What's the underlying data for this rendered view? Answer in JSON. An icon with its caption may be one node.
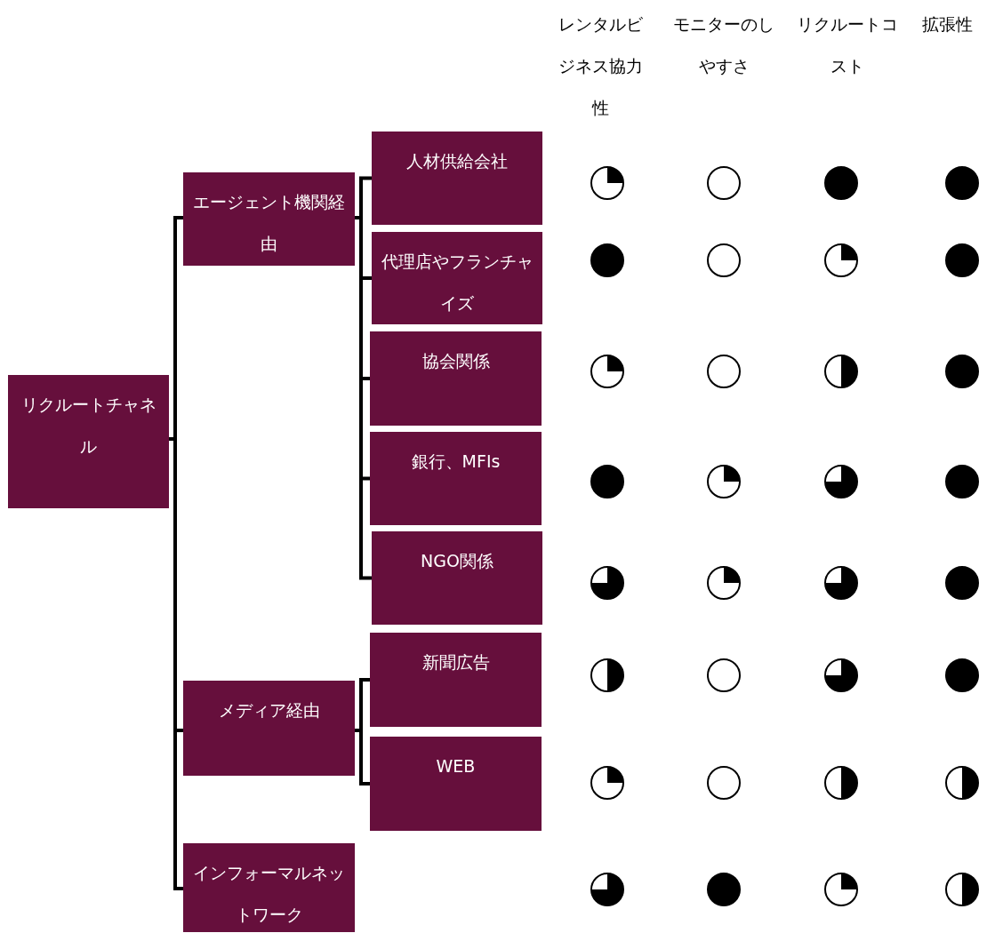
{
  "diagram": {
    "nodes": [
      {
        "text": [
          "リクルートチャネル"
        ]
      },
      {
        "text": [
          "エージェント機関経由"
        ]
      },
      {
        "text": [
          "人材供給会社"
        ]
      },
      {
        "text": [
          "代理店やフランチャイズ"
        ]
      },
      {
        "text": [
          "協会関係"
        ]
      },
      {
        "text": [
          "銀行、MFIs"
        ]
      },
      {
        "text": [
          "NGO関係"
        ]
      },
      {
        "text": [
          "メディア経由"
        ]
      },
      {
        "text": [
          "新聞広告"
        ]
      },
      {
        "text": [
          "WEB"
        ]
      },
      {
        "text": [
          "インフォーマルネットワーク"
        ]
      }
    ],
    "edges": [
      {
        "from": 0,
        "to": 1,
        "arrow": "none"
      },
      {
        "from": 0,
        "to": 7,
        "arrow": "none"
      },
      {
        "from": 0,
        "to": 10,
        "arrow": "none"
      },
      {
        "from": 1,
        "to": 2,
        "arrow": "none"
      },
      {
        "from": 1,
        "to": 3,
        "arrow": "none"
      },
      {
        "from": 1,
        "to": 4,
        "arrow": "none"
      },
      {
        "from": 1,
        "to": 5,
        "arrow": "none"
      },
      {
        "from": 1,
        "to": 6,
        "arrow": "none"
      },
      {
        "from": 7,
        "to": 8,
        "arrow": "none"
      },
      {
        "from": 7,
        "to": 9,
        "arrow": "none"
      }
    ],
    "labels": [
      "レンタルビジネス協力性",
      "モニターのしやすさ",
      "リクルートコスト",
      "拡張性"
    ]
  }
}
